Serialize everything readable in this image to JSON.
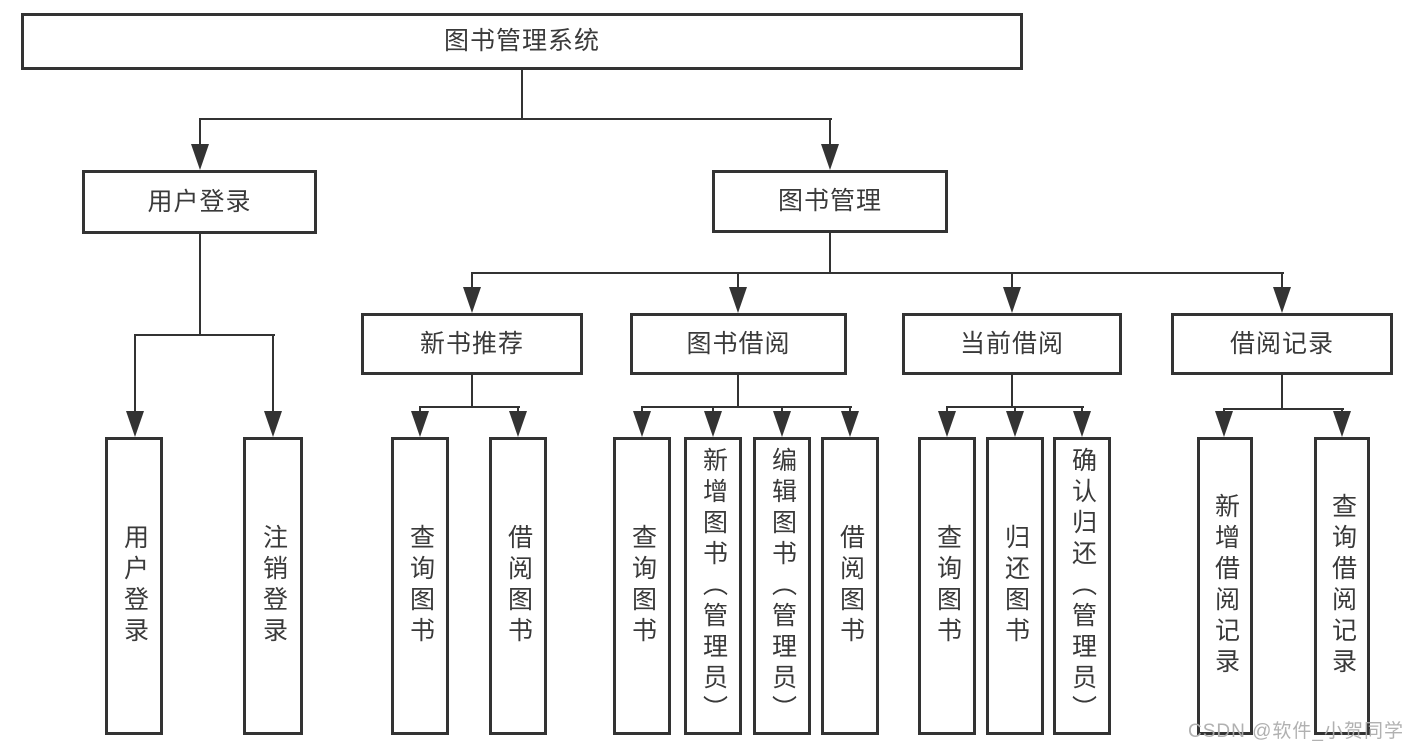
{
  "colors": {
    "line": "#333333",
    "text": "#3a3a3a",
    "background": "#ffffff",
    "watermark": "#adadad"
  },
  "tree": {
    "label": "图书管理系统",
    "children": [
      {
        "label": "用户登录",
        "children": [
          {
            "label": "用户登录"
          },
          {
            "label": "注销登录"
          }
        ]
      },
      {
        "label": "图书管理",
        "children": [
          {
            "label": "新书推荐",
            "children": [
              {
                "label": "查询图书"
              },
              {
                "label": "借阅图书"
              }
            ]
          },
          {
            "label": "图书借阅",
            "children": [
              {
                "label": "查询图书"
              },
              {
                "label": "新增图书（管理员）"
              },
              {
                "label": "编辑图书（管理员）"
              },
              {
                "label": "借阅图书"
              }
            ]
          },
          {
            "label": "当前借阅",
            "children": [
              {
                "label": "查询图书"
              },
              {
                "label": "归还图书"
              },
              {
                "label": "确认归还（管理员）"
              }
            ]
          },
          {
            "label": "借阅记录",
            "children": [
              {
                "label": "新增借阅记录"
              },
              {
                "label": "查询借阅记录"
              }
            ]
          }
        ]
      }
    ]
  },
  "watermark": "CSDN @软件_小贺同学"
}
